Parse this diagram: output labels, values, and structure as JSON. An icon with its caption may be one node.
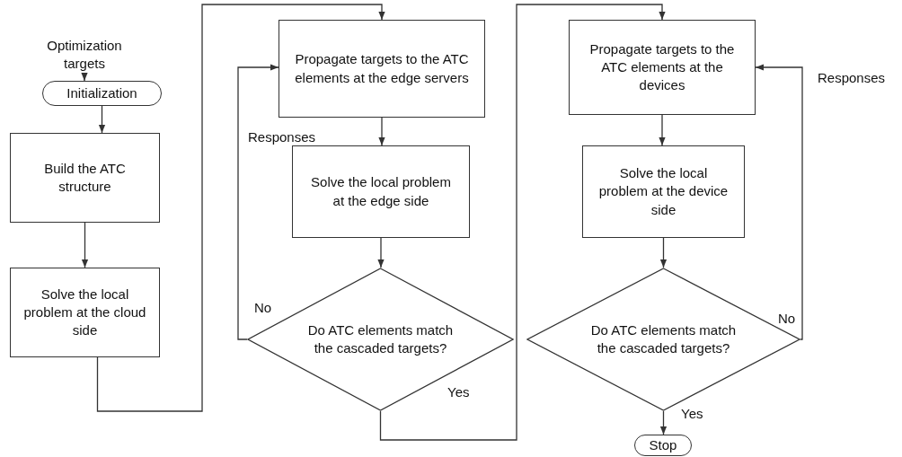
{
  "diagram": {
    "nodes": [
      {
        "text": [
          "Optimization targets"
        ]
      },
      {
        "text": [
          "Initialization"
        ]
      },
      {
        "text": [
          "Build the ATC structure"
        ]
      },
      {
        "text": [
          "Solve the local problem at the cloud side"
        ]
      },
      {
        "text": [
          "Propagate targets to the ATC elements at the edge servers"
        ]
      },
      {
        "text": [
          "Solve the local problem at the edge side"
        ]
      },
      {
        "text": [
          "Do ATC elements match the cascaded targets?"
        ]
      },
      {
        "text": [
          "Propagate targets to the ATC elements at the devices"
        ]
      },
      {
        "text": [
          "Solve the local problem at the device side"
        ]
      },
      {
        "text": [
          "Do ATC elements match the cascaded targets?"
        ]
      },
      {
        "text": [
          "Stop"
        ]
      }
    ],
    "edges": [
      {
        "from": 0,
        "to": 1,
        "arrow": "to"
      },
      {
        "from": 1,
        "to": 2,
        "arrow": "to"
      },
      {
        "from": 2,
        "to": 3,
        "arrow": "to"
      },
      {
        "from": 3,
        "to": 4,
        "arrow": "to"
      },
      {
        "from": 4,
        "to": 5,
        "arrow": "to"
      },
      {
        "from": 5,
        "to": 6,
        "arrow": "to"
      },
      {
        "from": 6,
        "to": 4,
        "arrow": "to",
        "label": "No"
      },
      {
        "from": 6,
        "to": 7,
        "arrow": "to",
        "label": "Yes"
      },
      {
        "from": 7,
        "to": 8,
        "arrow": "to"
      },
      {
        "from": 8,
        "to": 9,
        "arrow": "to"
      },
      {
        "from": 9,
        "to": 7,
        "arrow": "to",
        "label": "No"
      },
      {
        "from": 9,
        "to": 10,
        "arrow": "to",
        "label": "Yes"
      }
    ],
    "labels": [
      "Responses",
      "Responses"
    ]
  }
}
